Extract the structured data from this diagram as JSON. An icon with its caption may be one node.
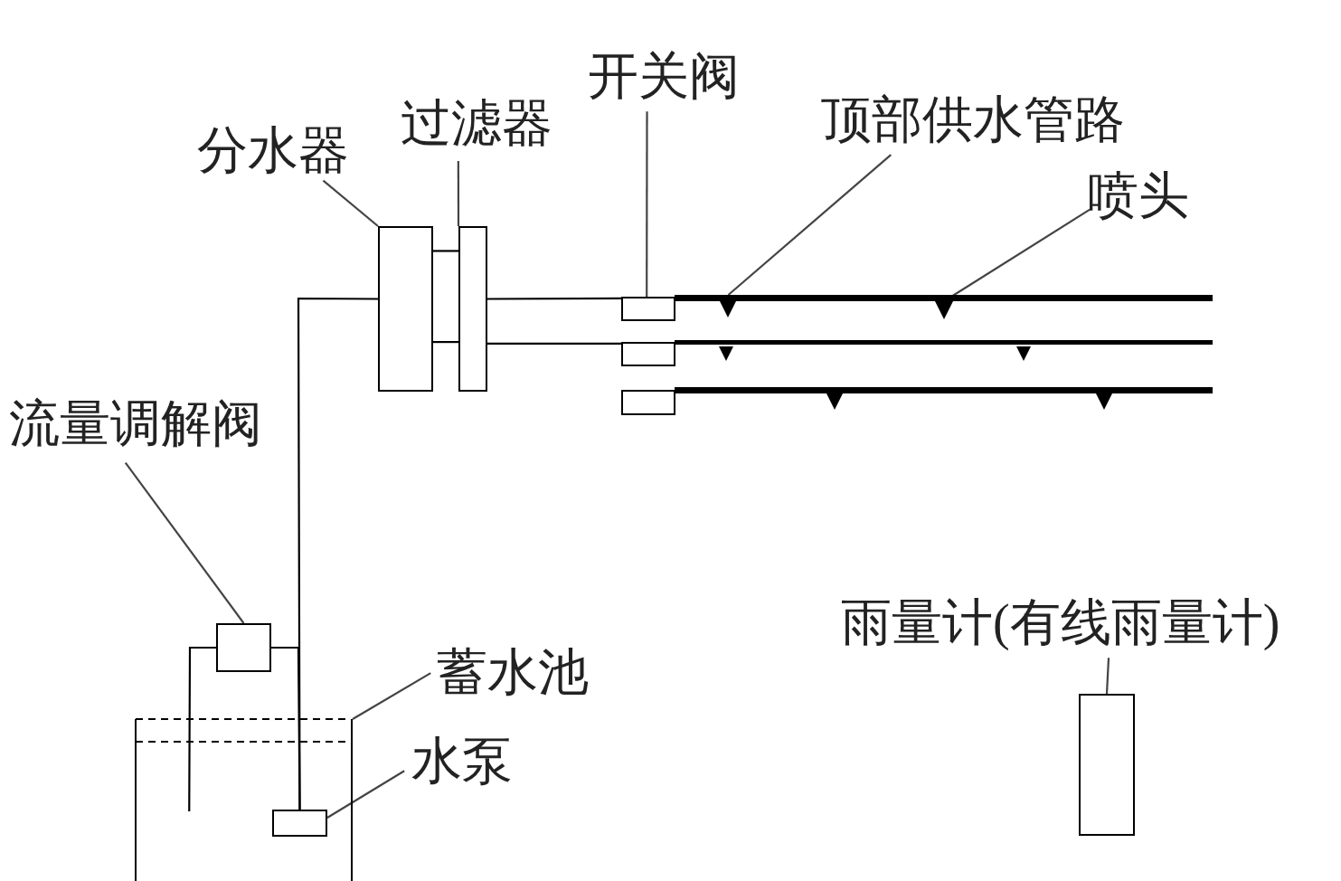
{
  "diagram": {
    "nodes": [
      {
        "text": [
          "分水器"
        ]
      },
      {
        "text": [],
        "shape": "box"
      },
      {
        "text": [
          "过滤器"
        ]
      },
      {
        "text": [],
        "shape": "box"
      },
      {
        "text": [
          "开关阀"
        ]
      },
      {
        "text": [],
        "shape": "box"
      },
      {
        "text": [
          "顶部供水管路"
        ]
      },
      {
        "text": [],
        "shape": "bar"
      },
      {
        "text": [
          "喷头"
        ]
      },
      {
        "text": [],
        "shape": "triangle"
      },
      {
        "text": [
          "流量调解阀"
        ]
      },
      {
        "text": [],
        "shape": "box"
      },
      {
        "text": [
          "蓄水池"
        ]
      },
      {
        "text": [],
        "shape": "box"
      },
      {
        "text": [
          "水泵"
        ]
      },
      {
        "text": [],
        "shape": "box",
        "in": 13
      },
      {
        "text": [
          "雨量计(有线雨量计)"
        ]
      },
      {
        "text": [],
        "shape": "box"
      },
      {
        "text": [],
        "shape": "box"
      },
      {
        "text": [],
        "shape": "box"
      },
      {
        "text": [],
        "shape": "bar"
      },
      {
        "text": [],
        "shape": "bar"
      }
    ],
    "edges": [
      {
        "from": 0,
        "to": 1,
        "arrow": "none"
      },
      {
        "from": 2,
        "to": 3,
        "arrow": "none"
      },
      {
        "from": 4,
        "to": 5,
        "arrow": "none"
      },
      {
        "from": 6,
        "to": 7,
        "arrow": "none"
      },
      {
        "from": 8,
        "to": 9,
        "arrow": "none"
      },
      {
        "from": 10,
        "to": 11,
        "arrow": "none"
      },
      {
        "from": 12,
        "to": 13,
        "arrow": "none"
      },
      {
        "from": 14,
        "to": 15,
        "arrow": "none"
      },
      {
        "from": 16,
        "to": 17,
        "arrow": "none"
      },
      {
        "from": 15,
        "to": 1,
        "arrow": "none"
      },
      {
        "from": 15,
        "to": 11,
        "arrow": "none"
      },
      {
        "from": 11,
        "to": 13,
        "arrow": "none"
      },
      {
        "from": 1,
        "to": 3,
        "arrow": "none"
      },
      {
        "from": 1,
        "to": 3,
        "arrow": "none"
      },
      {
        "from": 3,
        "to": 5,
        "arrow": "none"
      },
      {
        "from": 3,
        "to": 18,
        "arrow": "none"
      }
    ]
  }
}
